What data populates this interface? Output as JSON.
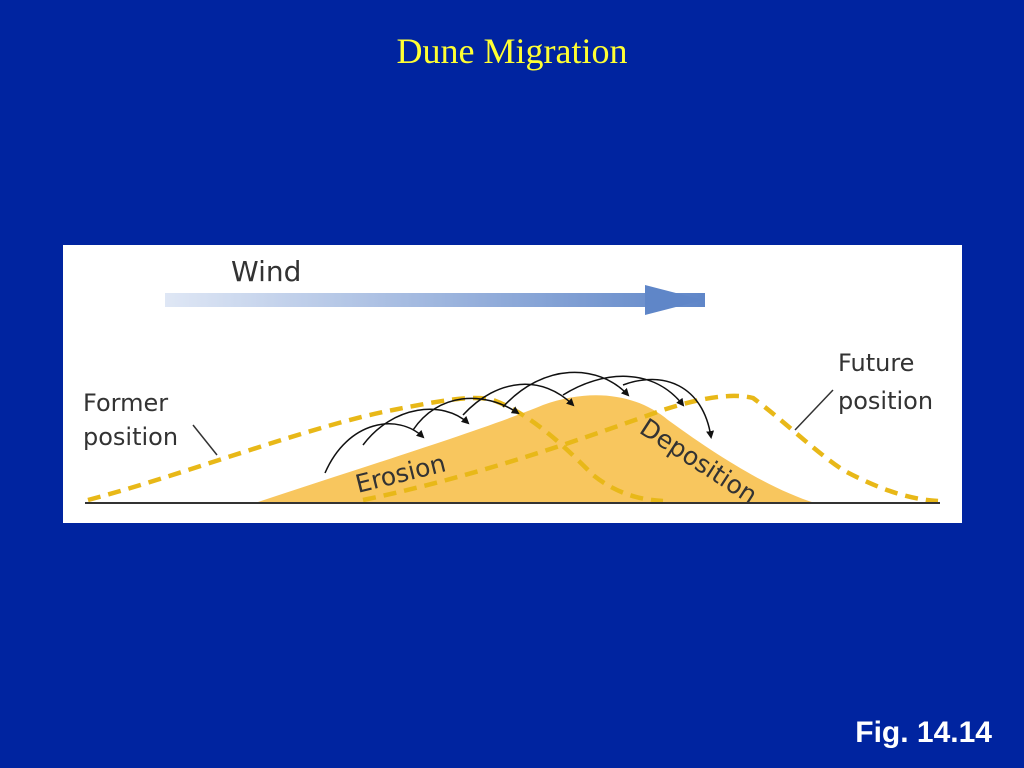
{
  "slide": {
    "title": "Dune Migration",
    "figure_ref": "Fig. 14.14"
  },
  "diagram": {
    "wind_label": "Wind",
    "former_label_line1": "Former",
    "former_label_line2": "position",
    "future_label_line1": "Future",
    "future_label_line2": "position",
    "erosion_label": "Erosion",
    "deposition_label": "Deposition"
  },
  "colors": {
    "background": "#0024a0",
    "title": "#ffff33",
    "sand": "#f8c65e",
    "outline": "#e8b818",
    "wind_arrow": "#5f86c8"
  }
}
